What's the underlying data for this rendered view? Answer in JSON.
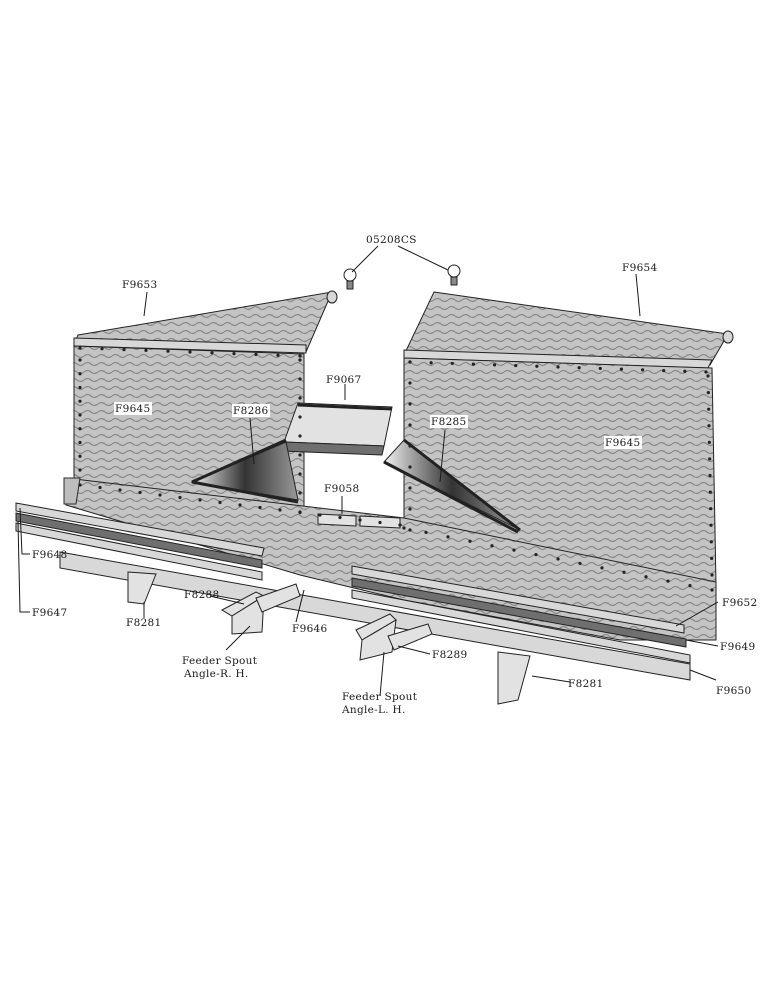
{
  "labels": {
    "l_05208cs": "05208CS",
    "l_f9653": "F9653",
    "l_f9654": "F9654",
    "l_f9067": "F9067",
    "l_f9645_left": "F9645",
    "l_f9645_right": "F9645",
    "l_f8286": "F8286",
    "l_f8285": "F8285",
    "l_f9058": "F9058",
    "l_f9648": "F9648",
    "l_f9647": "F9647",
    "l_f8281_left": "F8281",
    "l_f8288": "F8288",
    "l_f9646": "F9646",
    "l_feeder_rh_1": "Feeder Spout",
    "l_feeder_rh_2": "Angle-R. H.",
    "l_f8289": "F8289",
    "l_feeder_lh_1": "Feeder Spout",
    "l_feeder_lh_2": "Angle-L. H.",
    "l_f8281_right": "F8281",
    "l_f9652": "F9652",
    "l_f9649": "F9649",
    "l_f9650": "F9650"
  },
  "colors": {
    "panel": "#bdbdbd",
    "panel_dark": "#8c8c8c",
    "ink": "#1a1a1a"
  }
}
